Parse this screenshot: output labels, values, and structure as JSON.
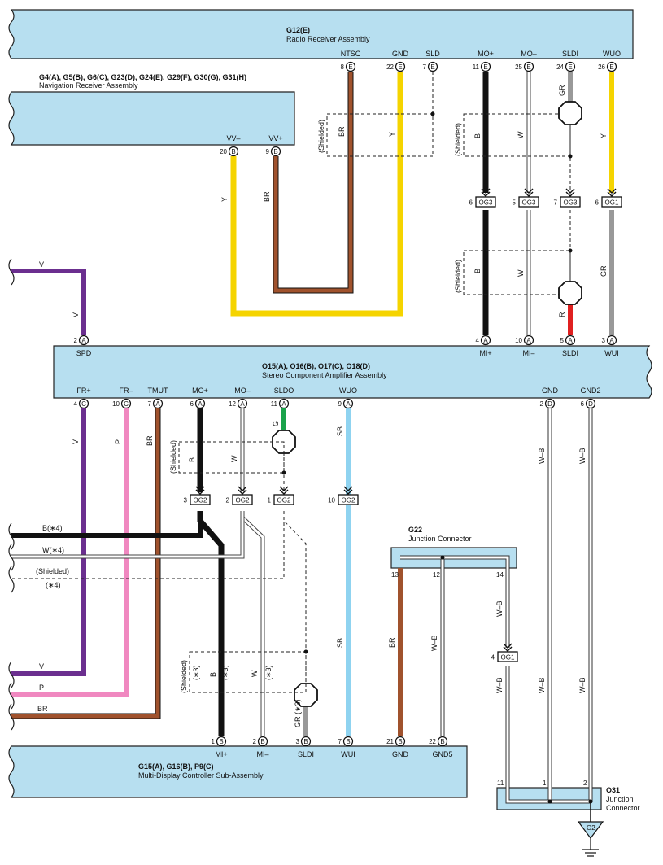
{
  "components": {
    "g12": {
      "code": "G12(E)",
      "name": "Radio Receiver Assembly"
    },
    "nav": {
      "code": "G4(A), G5(B), G6(C), G23(D), G24(E), G29(F), G30(G), G31(H)",
      "name": "Navigation Receiver Assembly"
    },
    "amp": {
      "code": "O15(A), O16(B), O17(C), O18(D)",
      "name": "Stereo Component Amplifier Assembly"
    },
    "g22": {
      "code": "G22",
      "name": "Junction Connector"
    },
    "mdc": {
      "code": "G15(A), G16(B), P9(C)",
      "name": "Multi-Display Controller Sub-Assembly"
    },
    "o31": {
      "code": "O31",
      "name1": "Junction",
      "name2": "Connector"
    },
    "ground": "O2"
  },
  "g12_terms": [
    {
      "name": "NTSC",
      "pin": "8",
      "letter": "E"
    },
    {
      "name": "GND",
      "pin": "22",
      "letter": "E"
    },
    {
      "name": "SLD",
      "pin": "7",
      "letter": "E"
    },
    {
      "name": "MO+",
      "pin": "11",
      "letter": "E"
    },
    {
      "name": "MO–",
      "pin": "25",
      "letter": "E"
    },
    {
      "name": "SLDI",
      "pin": "24",
      "letter": "E"
    },
    {
      "name": "WUO",
      "pin": "26",
      "letter": "E"
    }
  ],
  "nav_terms": [
    {
      "name": "VV–",
      "pin": "20",
      "letter": "B"
    },
    {
      "name": "VV+",
      "pin": "9",
      "letter": "B"
    }
  ],
  "amp_top_terms": [
    {
      "name": "SPD",
      "pin": "2",
      "letter": "A"
    },
    {
      "name": "MI+",
      "pin": "4",
      "letter": "A"
    },
    {
      "name": "MI–",
      "pin": "10",
      "letter": "A"
    },
    {
      "name": "SLDI",
      "pin": "5",
      "letter": "A"
    },
    {
      "name": "WUI",
      "pin": "3",
      "letter": "A"
    }
  ],
  "amp_bottom_terms": [
    {
      "name": "FR+",
      "pin": "4",
      "letter": "C"
    },
    {
      "name": "FR–",
      "pin": "10",
      "letter": "C"
    },
    {
      "name": "TMUT",
      "pin": "7",
      "letter": "A"
    },
    {
      "name": "MO+",
      "pin": "6",
      "letter": "A"
    },
    {
      "name": "MO–",
      "pin": "12",
      "letter": "A"
    },
    {
      "name": "SLDO",
      "pin": "11",
      "letter": "A"
    },
    {
      "name": "WUO",
      "pin": "9",
      "letter": "A"
    },
    {
      "name": "GND",
      "pin": "2",
      "letter": "D"
    },
    {
      "name": "GND2",
      "pin": "6",
      "letter": "D"
    }
  ],
  "mdc_terms": [
    {
      "name": "MI+",
      "pin": "1",
      "letter": "B"
    },
    {
      "name": "MI–",
      "pin": "2",
      "letter": "B"
    },
    {
      "name": "SLDI",
      "pin": "3",
      "letter": "B"
    },
    {
      "name": "WUI",
      "pin": "7",
      "letter": "B"
    },
    {
      "name": "GND",
      "pin": "21",
      "letter": "B"
    },
    {
      "name": "GND5",
      "pin": "22",
      "letter": "B"
    }
  ],
  "connectors": [
    {
      "pin": "6",
      "code": "OG3"
    },
    {
      "pin": "5",
      "code": "OG3"
    },
    {
      "pin": "7",
      "code": "OG3"
    },
    {
      "pin": "6",
      "code": "OG1"
    },
    {
      "pin": "3",
      "code": "OG2"
    },
    {
      "pin": "2",
      "code": "OG2"
    },
    {
      "pin": "1",
      "code": "OG2"
    },
    {
      "pin": "10",
      "code": "OG2"
    },
    {
      "pin": "4",
      "code": "OG1"
    }
  ],
  "wire_labels": {
    "br": "BR",
    "y": "Y",
    "b": "B",
    "w": "W",
    "gr": "GR",
    "r": "R",
    "v": "V",
    "p": "P",
    "g": "G",
    "sb": "SB",
    "wb": "W–B",
    "shielded": "(Shielded)",
    "b_note": "B(∗4)",
    "w_note": "W(∗4)",
    "note4": "(∗4)",
    "note3": "(∗3)",
    "gr_note": "GR (∗3)"
  },
  "g22_pins": [
    "13",
    "12",
    "14"
  ],
  "o31_pins": [
    "11",
    "1",
    "2"
  ],
  "colors": {
    "box": "#b7dff0",
    "brown": "#a0522d",
    "yellow": "#f5d400",
    "purple": "#6b2f8f",
    "pink": "#f088c0",
    "gray": "#999999",
    "red": "#e02020",
    "green": "#1aa24a",
    "skyblue": "#8fd3f0",
    "black": "#111111"
  }
}
